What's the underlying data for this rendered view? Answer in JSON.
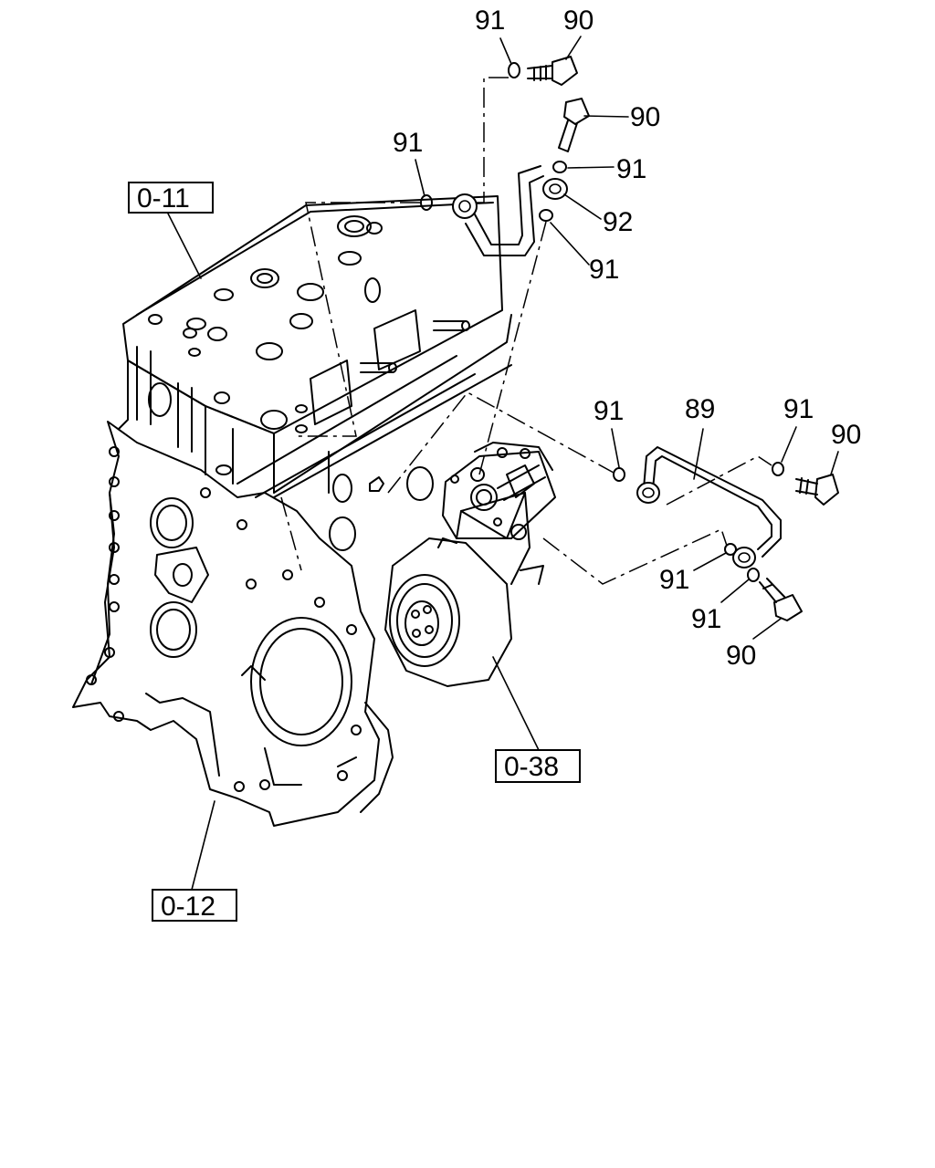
{
  "diagram": {
    "refs": {
      "engine_block": "0-11",
      "timing_cover": "0-12",
      "compressor": "0-38"
    },
    "callouts": {
      "c1": "91",
      "c2": "90",
      "c3": "90",
      "c4": "91",
      "c5": "91",
      "c6": "92",
      "c7": "91",
      "c8": "91",
      "c9": "89",
      "c10": "91",
      "c11": "90",
      "c12": "91",
      "c13": "91",
      "c14": "90"
    }
  }
}
